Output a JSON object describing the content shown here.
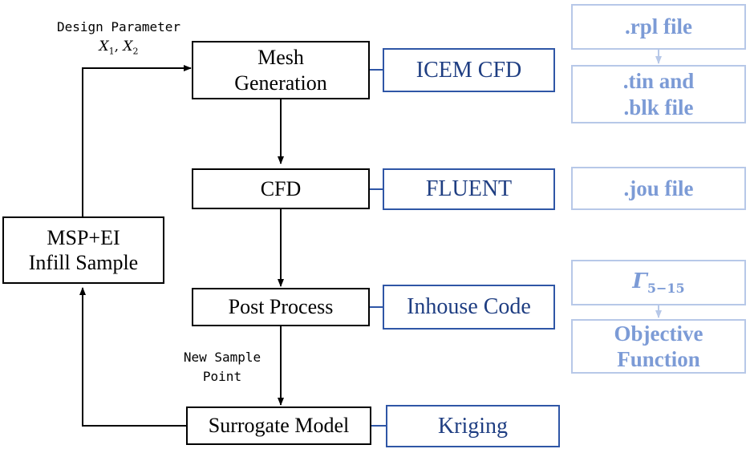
{
  "flow": {
    "mesh_line1": "Mesh",
    "mesh_line2": "Generation",
    "cfd": "CFD",
    "post": "Post Process",
    "surrogate": "Surrogate Model",
    "infill_line1": "MSP+EI",
    "infill_line2": "Infill Sample"
  },
  "tools": {
    "icem": "ICEM CFD",
    "fluent": "FLUENT",
    "inhouse": "Inhouse Code",
    "kriging": "Kriging"
  },
  "files": {
    "rpl": ".rpl file",
    "tin_line1": ".tin and",
    "tin_line2": ".blk file",
    "jou": ".jou file",
    "gamma_symbol": "Γ",
    "gamma_subscript": "5−15",
    "objective_line1": "Objective",
    "objective_line2": "Function"
  },
  "annotations": {
    "design_param_line1": "Design Parameter",
    "design_param_x1": "X",
    "design_param_x1_sub": "1",
    "design_param_sep": ", ",
    "design_param_x2": "X",
    "design_param_x2_sub": "2",
    "new_sample_line1": "New Sample",
    "new_sample_line2": "Point"
  },
  "colors": {
    "flow_border": "#000000",
    "tool_border": "#2f56a6",
    "tool_text": "#1f3e82",
    "file_border": "#b7c8e8",
    "file_text": "#7c9bd6"
  }
}
